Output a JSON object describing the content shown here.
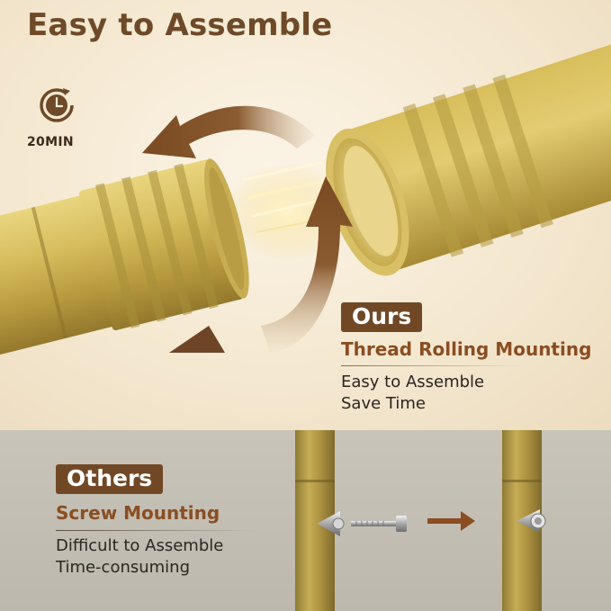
{
  "header": {
    "title": "Easy to Assemble"
  },
  "timer": {
    "label": "20MIN",
    "icon": "stopwatch-icon"
  },
  "ours": {
    "badge": "Ours",
    "subtitle": "Thread Rolling Mounting",
    "features": [
      "Easy to Assemble",
      "Save Time"
    ]
  },
  "others": {
    "badge": "Others",
    "subtitle": "Screw Mounting",
    "features": [
      "Difficult to Assemble",
      "Time-consuming"
    ]
  },
  "colors": {
    "brand_brown": "#714826",
    "subtitle_brown": "#8a4e22",
    "gold": "#c6a84a",
    "cream_bg": "#f6ecd8",
    "gray_bg": "#c4bfb5"
  }
}
